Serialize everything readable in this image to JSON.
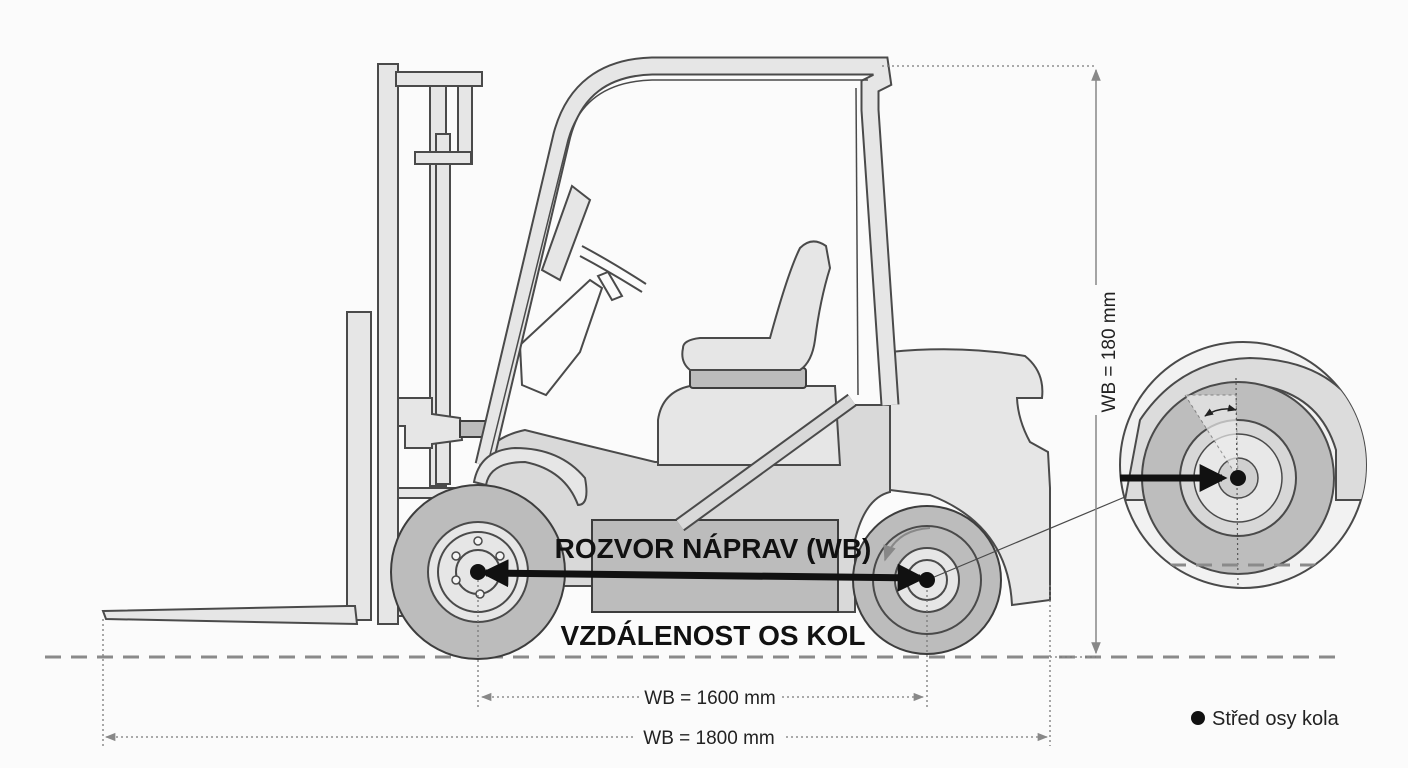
{
  "labels": {
    "main_title": "ROZVOR NÁPRAV (WB)",
    "subtitle": "VZDÁLENOST OS KOL",
    "wheelbase_dim": "WB = 1600 mm",
    "overall_dim": "WB = 1800 mm",
    "height_dim": "WB = 180 mm",
    "legend": "Střed osy kola"
  },
  "colors": {
    "body": "#d9d9d9",
    "outline": "#4a4a4a",
    "arrow": "#111111",
    "ground_line": "#8a8a8a"
  },
  "icons": {
    "legend_marker": "filled-circle"
  }
}
